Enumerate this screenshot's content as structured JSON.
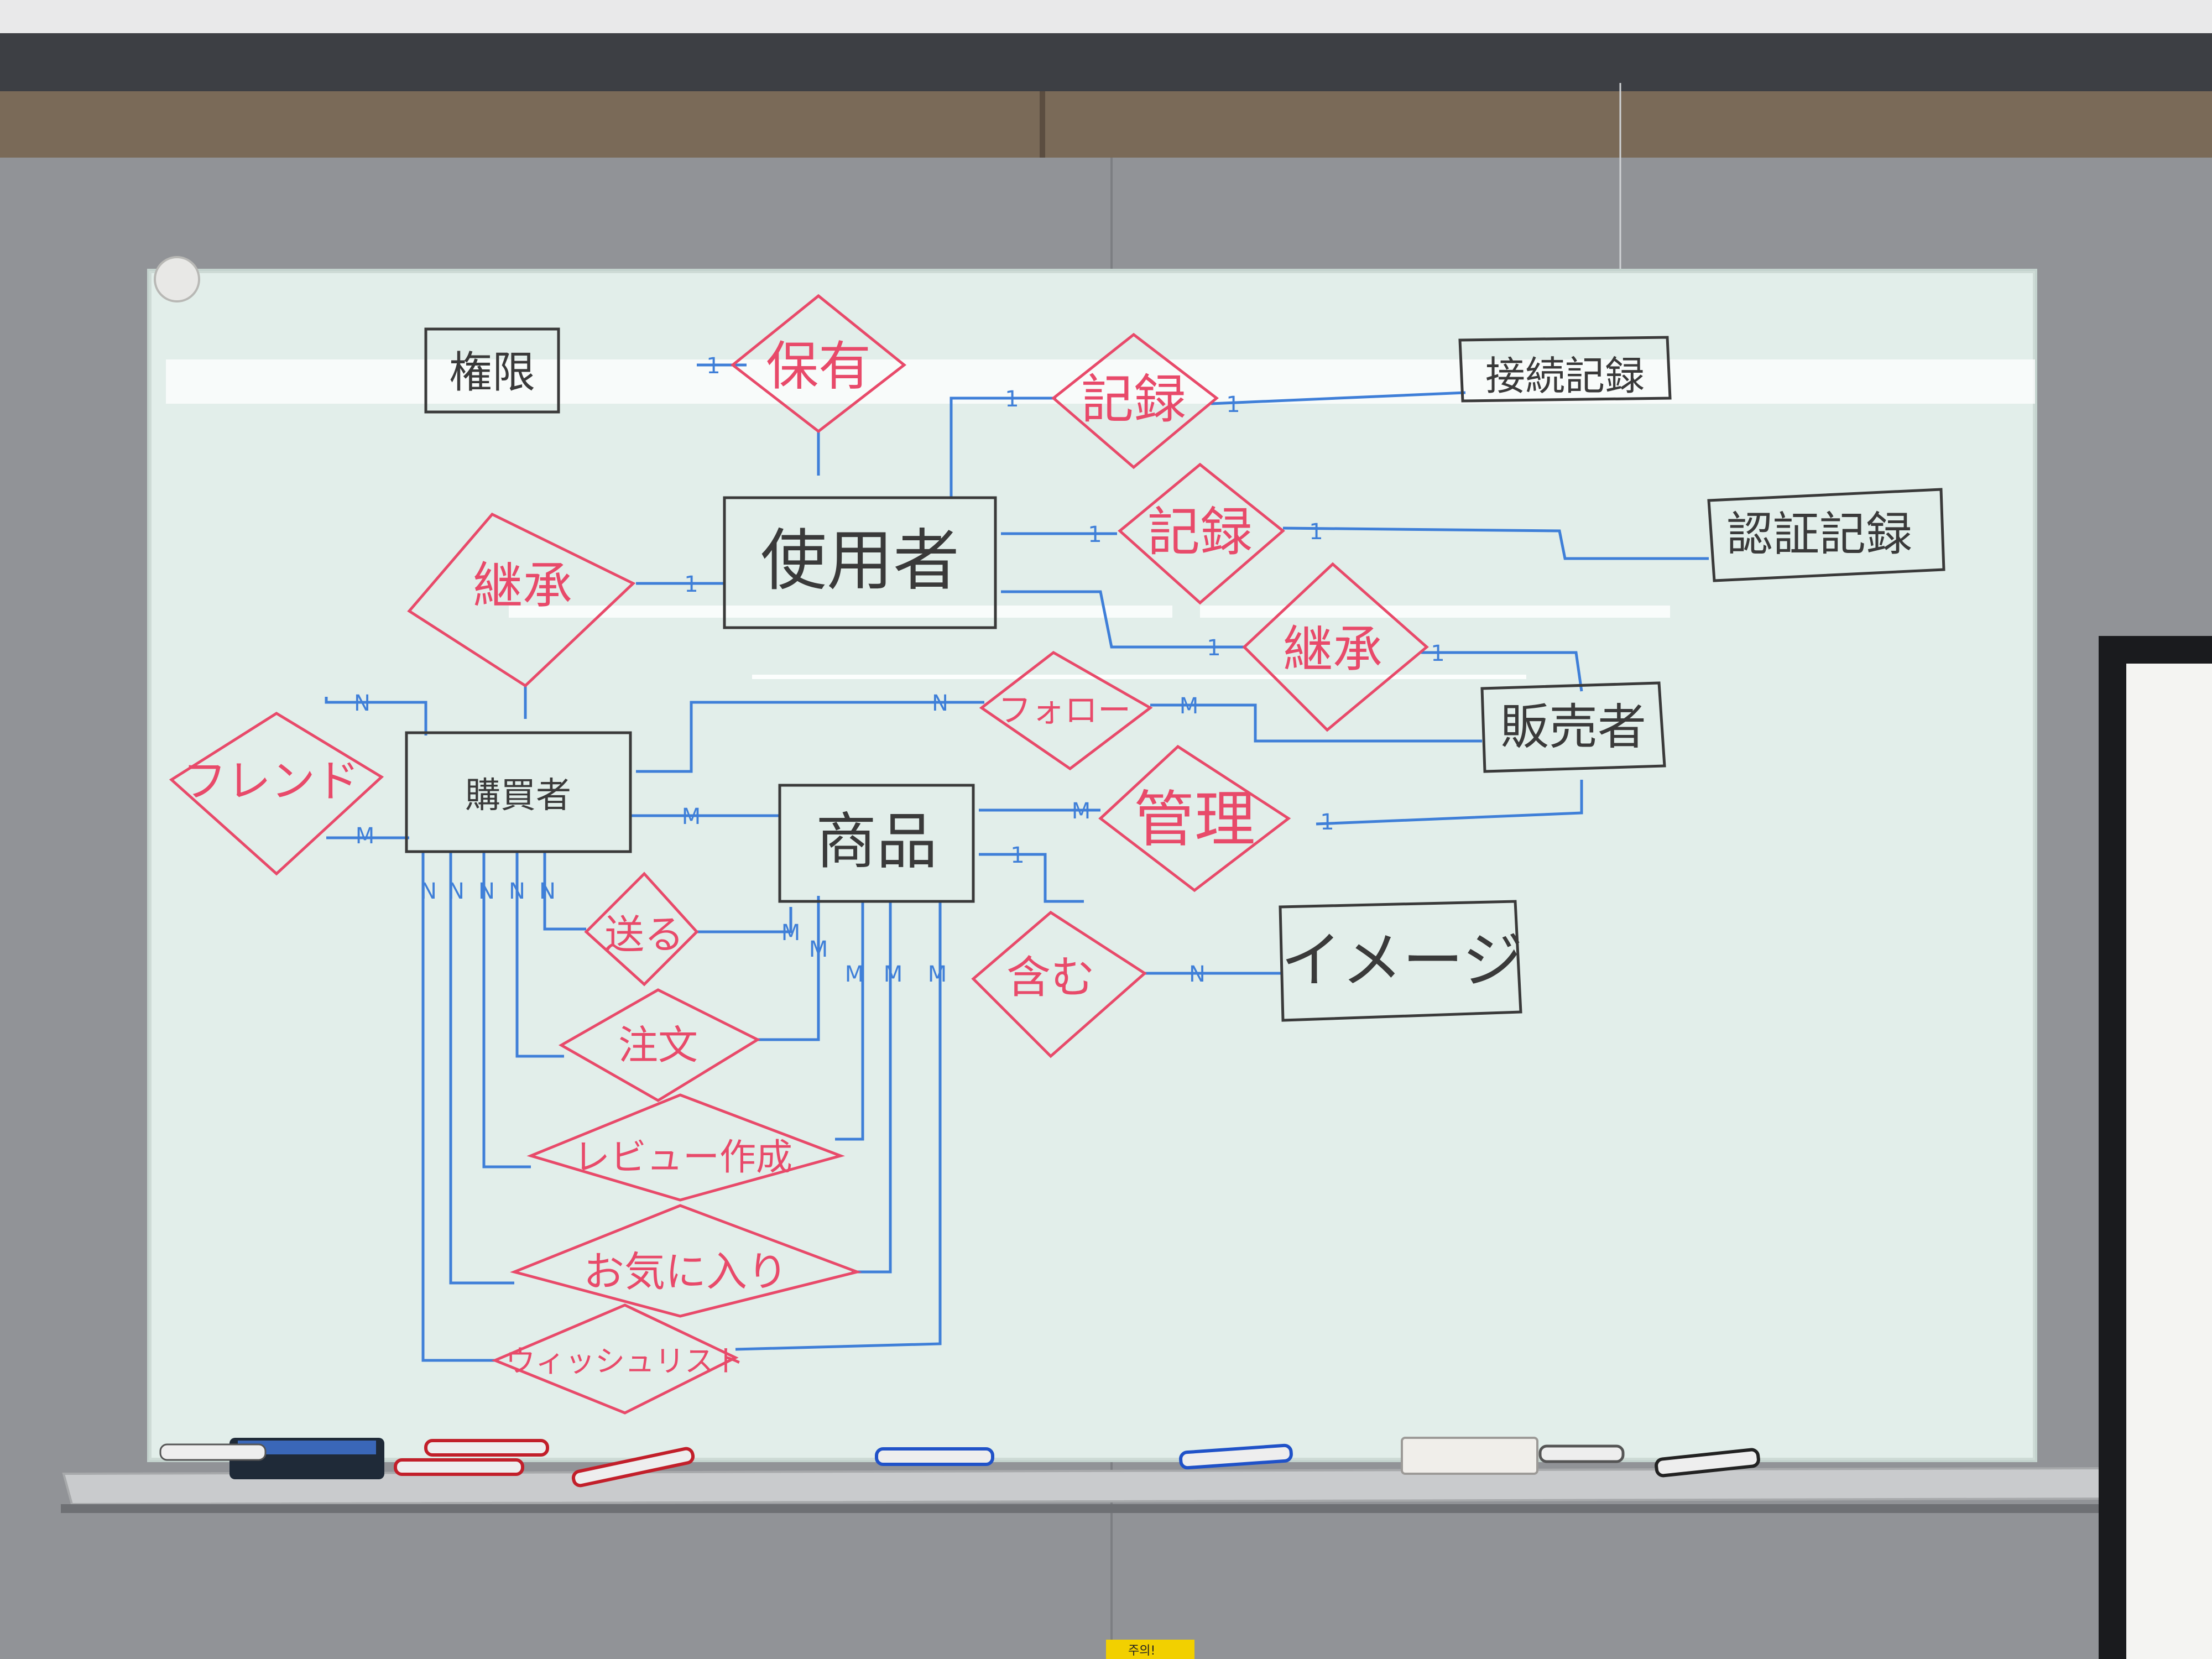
{
  "colors": {
    "wall": "#8d8f93",
    "board": "#dcebe6",
    "entity_ink": "#3a3a3a",
    "relation_ink": "#e84a6a",
    "line_ink": "#3f7fd8"
  },
  "entities": {
    "kengen": "権限",
    "shiyousha": "使用者",
    "setsuzoku_kiroku": "接続記録",
    "ninshou_kiroku": "認証記録",
    "kounyuusha": "購買者",
    "hanbaisha": "販売者",
    "shouhin": "商品",
    "image": "イメージ"
  },
  "relations": {
    "hoyuu": "保有",
    "kiroku_1": "記録",
    "kiroku_2": "記録",
    "keishou_1": "継承",
    "keishou_2": "継承",
    "friend": "フレンド",
    "follow": "フォロー",
    "kanri": "管理",
    "fukumu": "含む",
    "okuru": "送る",
    "chuumon": "注文",
    "review": "レビュー作成",
    "okiniiri": "お気に入り",
    "wishlist": "ウィッシュリスト"
  },
  "cardinality": {
    "one": "1",
    "n": "N",
    "m": "M"
  },
  "sign_text": "주의!"
}
